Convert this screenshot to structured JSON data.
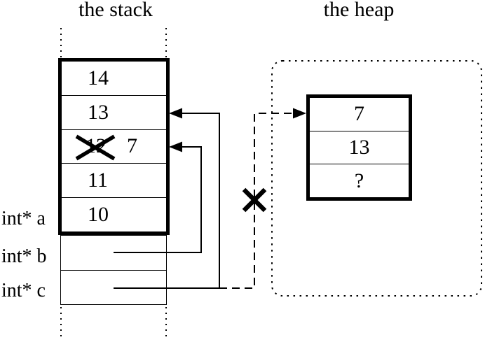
{
  "colors": {
    "ink": "#000000",
    "paper": "#ffffff"
  },
  "stack": {
    "title": "the stack",
    "cells": [
      {
        "value": "14"
      },
      {
        "value": "13"
      },
      {
        "old_value": "12",
        "new_value": "7",
        "crossed_out": true
      },
      {
        "value": "11"
      },
      {
        "value": "10"
      }
    ],
    "pointer_labels": [
      {
        "label": "int* a"
      },
      {
        "label": "int* b"
      },
      {
        "label": "int* c"
      }
    ]
  },
  "heap": {
    "title": "the heap",
    "cells": [
      {
        "value": "7"
      },
      {
        "value": "13"
      },
      {
        "value": "?"
      }
    ]
  },
  "icons": {
    "pointer_b_arrowhead": "left-arrowhead-icon",
    "pointer_c_arrowhead": "left-arrowhead-icon",
    "heap_arrowhead": "right-arrowhead-icon",
    "freed_memory_marker": "x-cross-icon",
    "overwritten_value_marker": "x-cross-icon"
  }
}
